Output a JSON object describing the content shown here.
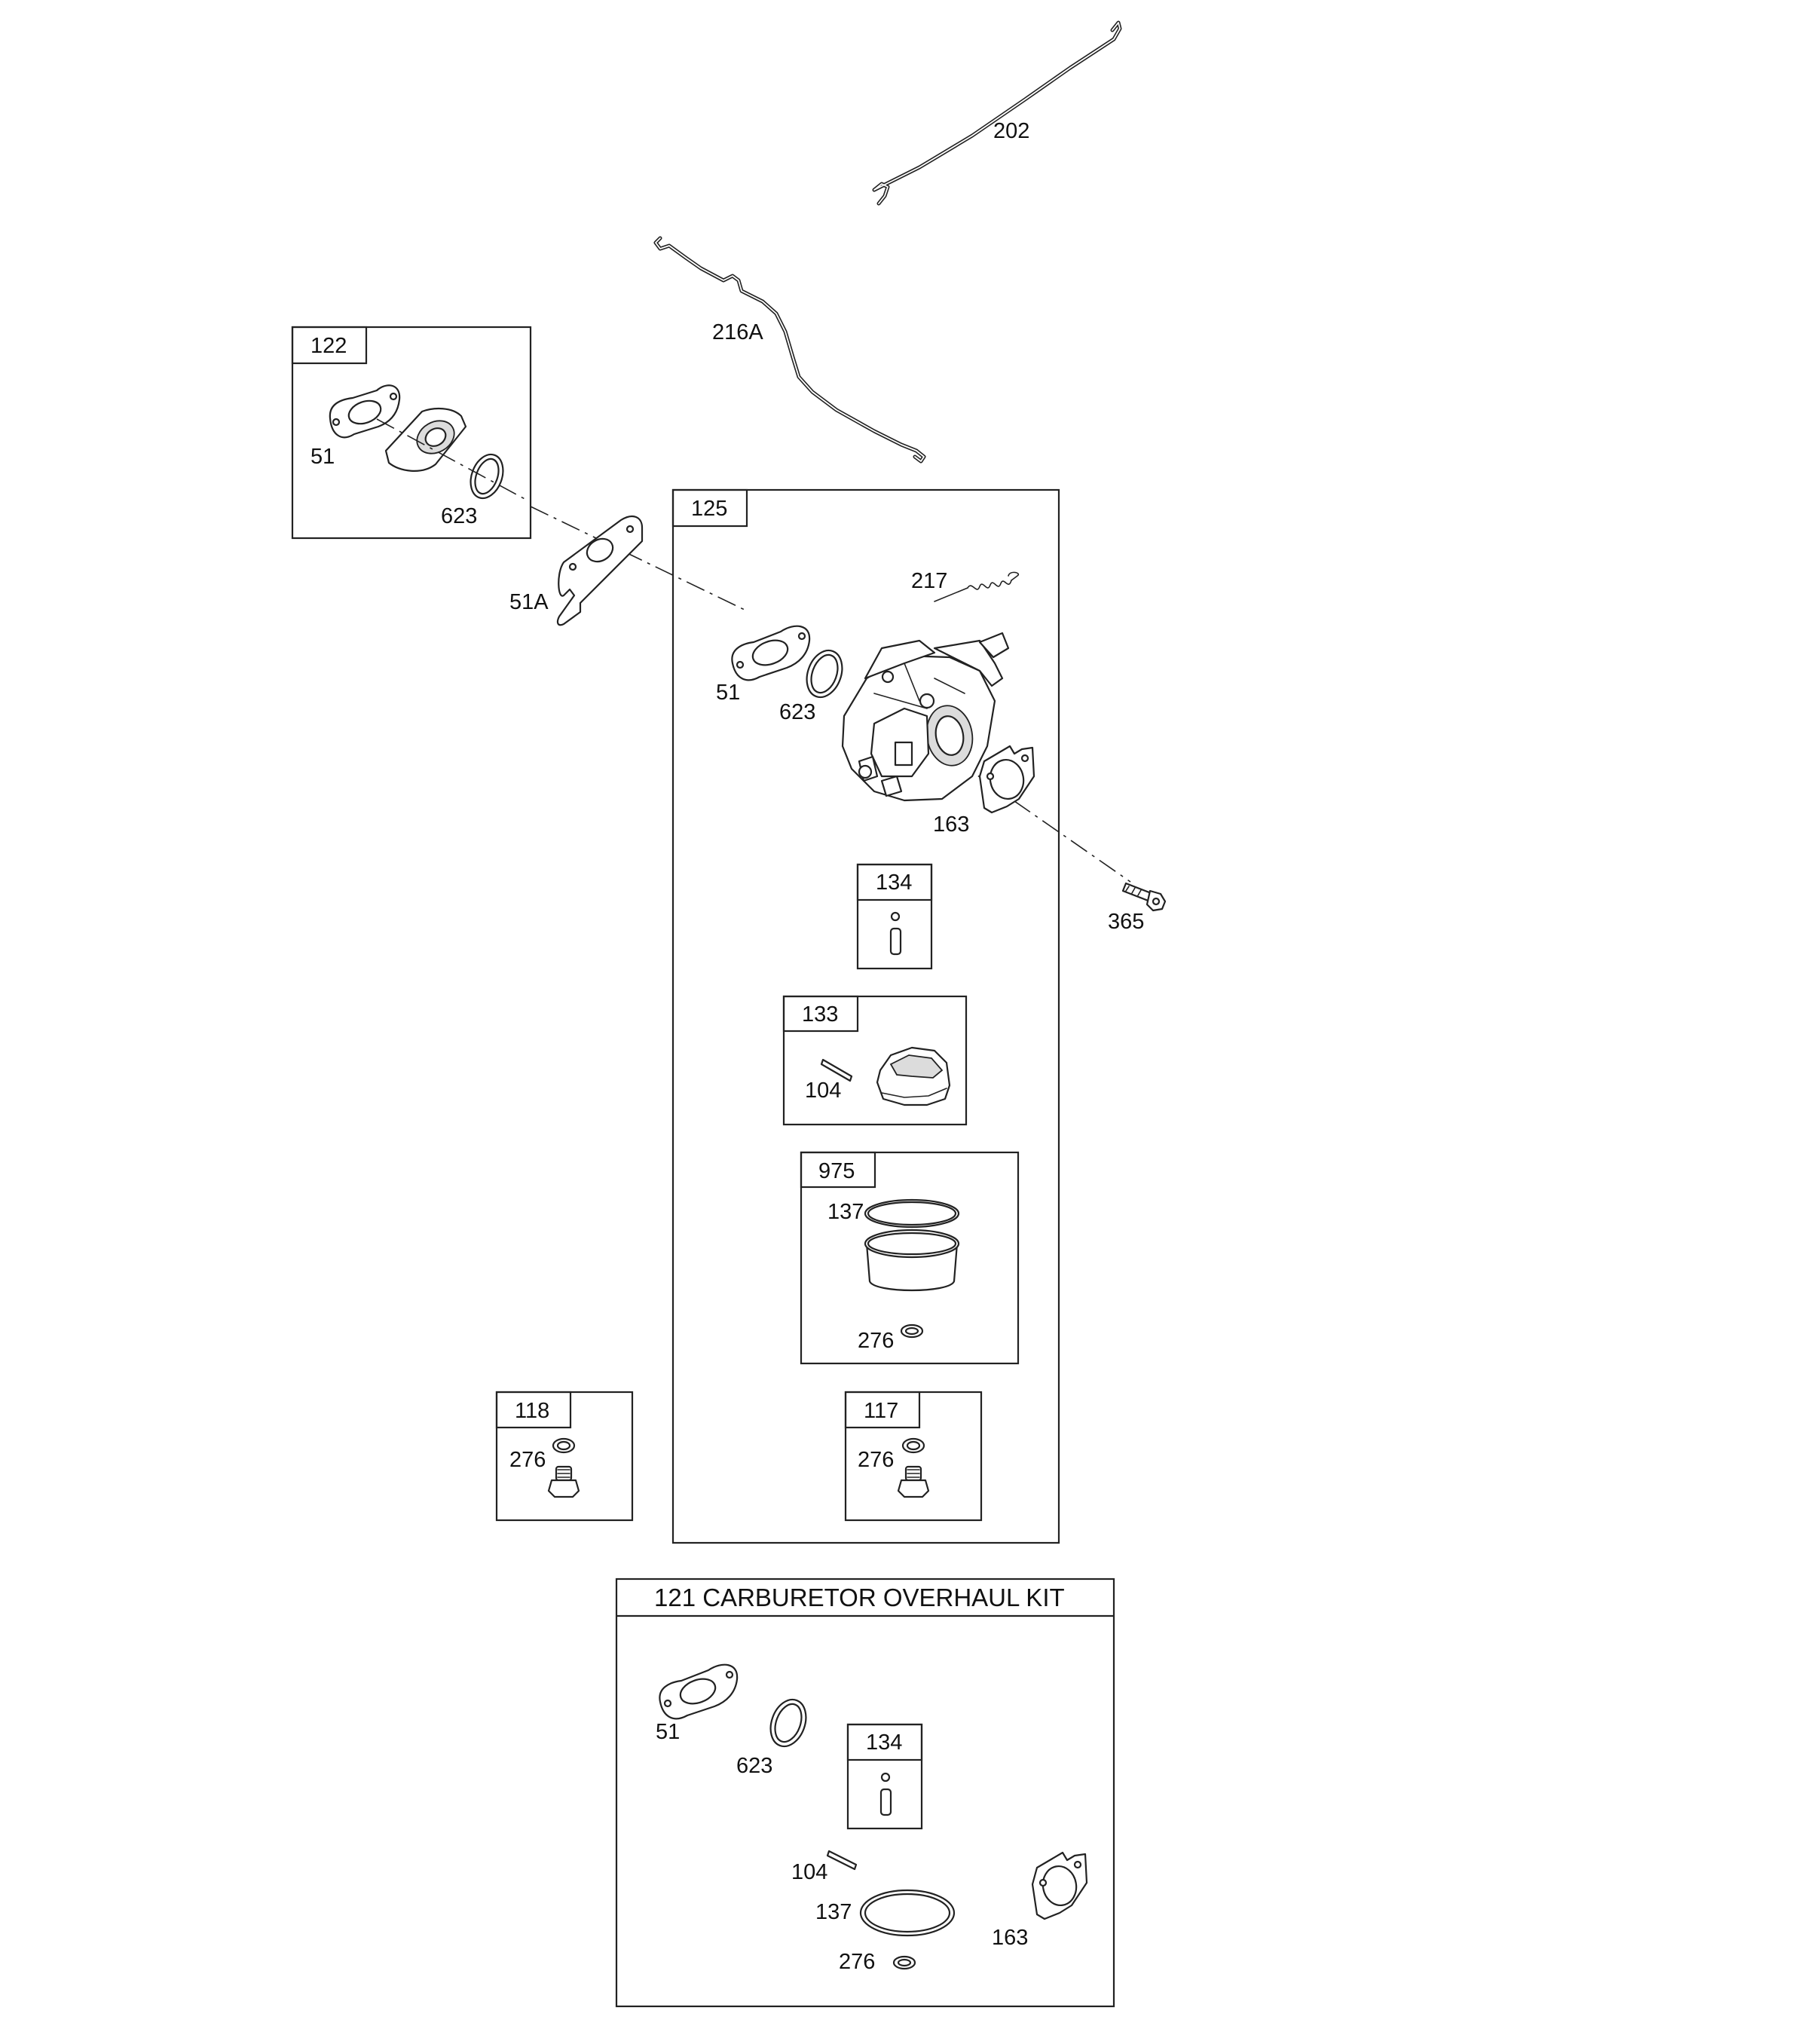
{
  "labels": {
    "p202": "202",
    "p216a": "216A",
    "k122": "122",
    "p51_k122": "51",
    "p623_k122": "623",
    "p51a": "51A",
    "k125": "125",
    "p217": "217",
    "p51_carb": "51",
    "p623_carb": "623",
    "p163_carb": "163",
    "p365": "365",
    "k134": "134",
    "k133": "133",
    "p104_k133": "104",
    "k975": "975",
    "p137_k975": "137",
    "p276_k975": "276",
    "k118": "118",
    "p276_k118": "276",
    "k117": "117",
    "p276_k117": "276",
    "kit_title": "121 CARBURETOR OVERHAUL KIT",
    "p51_kit": "51",
    "p623_kit": "623",
    "k134_kit": "134",
    "p104_kit": "104",
    "p137_kit": "137",
    "p163_kit": "163",
    "p276_kit": "276"
  }
}
